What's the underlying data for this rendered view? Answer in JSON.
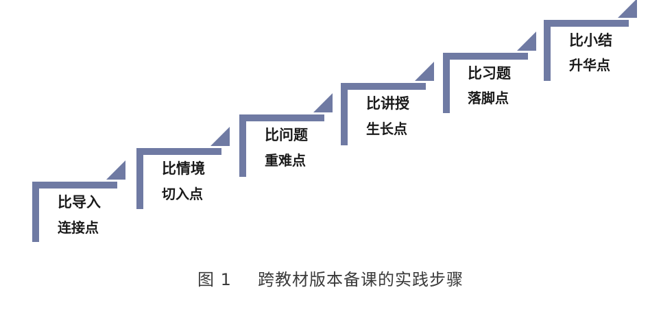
{
  "colors": {
    "stair": "#6f7aa3",
    "text": "#1a1a1a",
    "caption": "#3a3a3a"
  },
  "steps": [
    {
      "title": "比导入",
      "subtitle": "连接点"
    },
    {
      "title": "比情境",
      "subtitle": "切入点"
    },
    {
      "title": "比问题",
      "subtitle": "重难点"
    },
    {
      "title": "比讲授",
      "subtitle": "生长点"
    },
    {
      "title": "比习题",
      "subtitle": "落脚点"
    },
    {
      "title": "比小结",
      "subtitle": "升华点"
    }
  ],
  "caption": {
    "figure_number": "图 1",
    "text": "跨教材版本备课的实践步骤"
  }
}
